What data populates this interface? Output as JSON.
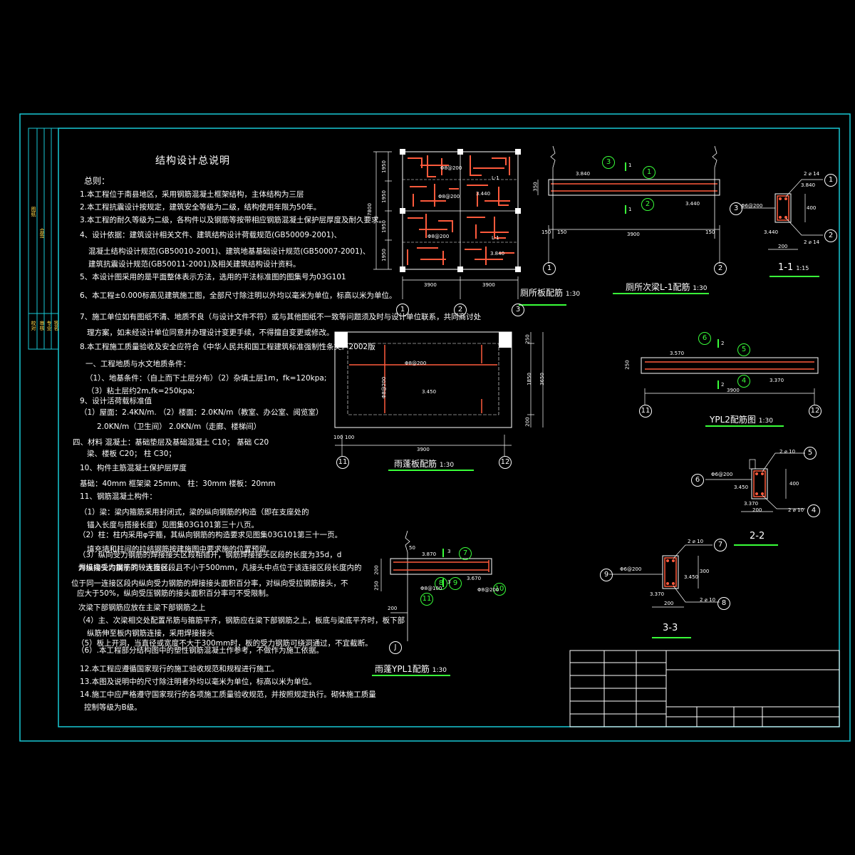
{
  "title": "结构设计总说明",
  "notes": [
    "总则：",
    "1.本工程位于南县地区，采用钢筋混凝土框架结构，主体结构为三层",
    "2.本工程抗震设计按规定，建筑安全等级为二级，结构使用年限为50年。",
    "3.本工程的耐久等级为二级，各构件以及钢筋等按带相应钢筋混凝土保护层厚度及耐久要求。",
    "4、设计依据：建筑设计相关文件、建筑结构设计荷载规范(GB50009-2001)、",
    "混凝土结构设计规范(GB50010-2001)、建筑地基基础设计规范(GB50007-2001)、",
    "建筑抗震设计规范(GB50011-2001)及相关建筑结构设计资料。",
    "5、本设计图采用的是平面整体表示方法，选用的平法标准图的图集号为03G101",
    "6、本工程±0.000标高见建筑施工图，全部尺寸除注明以外均以毫米为单位，标高以米为单位。",
    "7、施工单位如有图纸不清、地质不良（与设计文件不符）或与其他图纸不一致等问题须及时与设计单位联系，共同商讨处",
    "理方案，如未经设计单位同意并办理设计变更手续，不得擅自变更或修改。",
    "8.本工程施工质量验收及安全应符合《中华人民共和国工程建筑标准强制性条文》2002版",
    "一、工程地质与水文地质条件：",
    "（1）、地基条件：（自上而下土层分布）（2）杂填土层1m，fk=120kpa;",
    "（3）粘土层约2m,fk=250kpa;",
    "9、设计活荷载标准值",
    "（1）屋面：2.4KN/m.      （2）楼面：2.0KN/m（教室、办公室、阅览室）",
    "2.0KN/m（卫生间）           2.0KN/m（走廊、楼梯间）",
    "四、材料       混凝土：基础垫层及基础混凝土 C10；  基础 C20",
    "梁、楼板  C20；      柱  C30；",
    "10、构件主筋混凝土保护层厚度",
    "基础：40mm          框架梁   25mm、   柱：30mm         楼板：20mm",
    "11、钢筋混凝土构件：",
    "（1）梁：梁内箍筋采用封闭式，梁的纵向钢筋的构造（即在支座处的",
    "锚入长度与搭接长度）见图集03G101第三十八页。",
    "（2）柱：柱内采用φ字箍，其纵向钢筋的构造要求见图集03G101第三十一页。",
    "填充墙和柱间的拉结钢筋按建施图中要求施的位置预留。",
    "（3）纵向受力钢筋的焊接接头区段相错开，钢筋焊接接头区段的长度为35d，d",
    "为纵向受力钢筋的较大直径，且不小于500mm，凡接头中点位于该连接区段长度内的",
    "焊接接头均属于同一连接区段。",
    "位于同一连接区段内纵向受力钢筋的焊接接头面积百分率，对纵向受拉钢筋接头，不",
    "应大于50%，纵向受压钢筋的接头面积百分率可不受限制。",
    "次梁下部钢筋应放在主梁下部钢筋之上",
    "（4）主、次梁相交处配置吊筋与箍筋平齐，钢筋应在梁下部钢筋之上，板底与梁底平齐时，板下部",
    "纵筋伸至板内钢筋连接，采用焊接接头",
    "（5）板上开洞，当直径或宽度不大于300mm时，板的受力钢筋可绕洞通过，不宜截断。",
    "（6）.本工程部分结构图中的塑性钢筋混凝土作参考，不做作为施工依据。",
    "12.本工程应遵循国家现行的施工验收规范和规程进行施工。",
    "13.本图及说明中的尺寸除注明者外均以毫米为单位，标高以米为单位。",
    "14.施工中应严格遵守国家现行的各项施工质量验收规范，并按照规定执行。砌体施工质量",
    "控制等级为B级。"
  ],
  "drawings": {
    "toilet_slab": "厕所板配筋",
    "toilet_slab_scale": "1:30",
    "beam_l1": "厕所次梁L-1配筋",
    "beam_l1_scale": "1:30",
    "section_11": "1-1",
    "section_11_scale": "1:15",
    "canopy_slab": "雨蓬板配筋",
    "canopy_slab_scale": "1:30",
    "ypl2": "YPL2配筋图",
    "ypl2_scale": "1:30",
    "section_22": "2-2",
    "ypl1": "雨蓬YPL1配筋",
    "ypl1_scale": "1:30",
    "section_33": "3-3"
  },
  "dims": {
    "slab_w1": "3900",
    "slab_w2": "3900",
    "slab_h": "7800",
    "slab_v1": "1950",
    "slab_v2": "1950",
    "slab_v3": "1950",
    "slab_v4": "1950",
    "beam_span": "3900",
    "beam_h": "350",
    "beam_150a": "150",
    "beam_150b": "150",
    "beam_150c": "150",
    "lev_3840a": "3.840",
    "lev_3440": "3.440",
    "lev_3840b": "3.840",
    "lev_3440b": "3.440",
    "canopy_span": "3900",
    "canopy_h": "3650",
    "canopy_1850": "1850",
    "canopy_200": "200",
    "canopy_250": "250",
    "canopy_100a": "100",
    "canopy_100b": "100",
    "canopy_lev": "3.450",
    "ypl2_lev1": "3.570",
    "ypl2_lev2": "3.370",
    "ypl2_span": "3900",
    "ypl2_h": "250",
    "s22_400": "400",
    "s22_200": "200",
    "s22_lev1": "3.450",
    "s22_lev2": "3.370",
    "s33_300": "300",
    "s33_200": "200",
    "s33_lev1": "3.450",
    "s33_lev2": "3.370",
    "ypl1_lev": "3.870",
    "ypl1_lev2": "3.670",
    "ypl1_50": "50",
    "ypl1_200a": "200",
    "ypl1_250": "250",
    "ypl1_200b": "200",
    "s11_400": "400",
    "s11_200": "200"
  },
  "rebar": {
    "s11_top": "2 ⌀ 14",
    "s11_bot": "2 ⌀ 14",
    "s11_stir": "Φ6@200",
    "s22_top": "2 ⌀ 10",
    "s22_bot": "2 ⌀ 10",
    "s22_stir": "Φ6@200",
    "s33_top": "2 ⌀ 10",
    "s33_bot": "2 ⌀ 10",
    "s33_stir": "Φ6@200",
    "canopy_main": "Φ8@200",
    "canopy_dist": "Φ8@200",
    "ypl1_a": "Φ8@100",
    "ypl1_b": "Φ8@200",
    "slab_a": "Φ8@200",
    "slab_b": "Φ8@200",
    "slab_c": "Φ8@200",
    "l1_label": "L-1"
  },
  "axes": {
    "a1": "1",
    "a2": "2",
    "a3": "3",
    "a11": "11",
    "a12": "12",
    "aJ": "J"
  },
  "markers": {
    "m1": "1",
    "m2": "2",
    "m3": "3",
    "m4": "4",
    "m5": "5",
    "m6": "6",
    "m7": "7",
    "m8": "8",
    "m9": "9",
    "m10": "10"
  },
  "section_ticks": {
    "t1": "1",
    "t2": "2",
    "t3": "3"
  },
  "side_strip": {
    "s1": "图纸",
    "s2": "会签",
    "s3": "校对",
    "s4": "审核",
    "s5": "专业",
    "s6": "签名"
  }
}
